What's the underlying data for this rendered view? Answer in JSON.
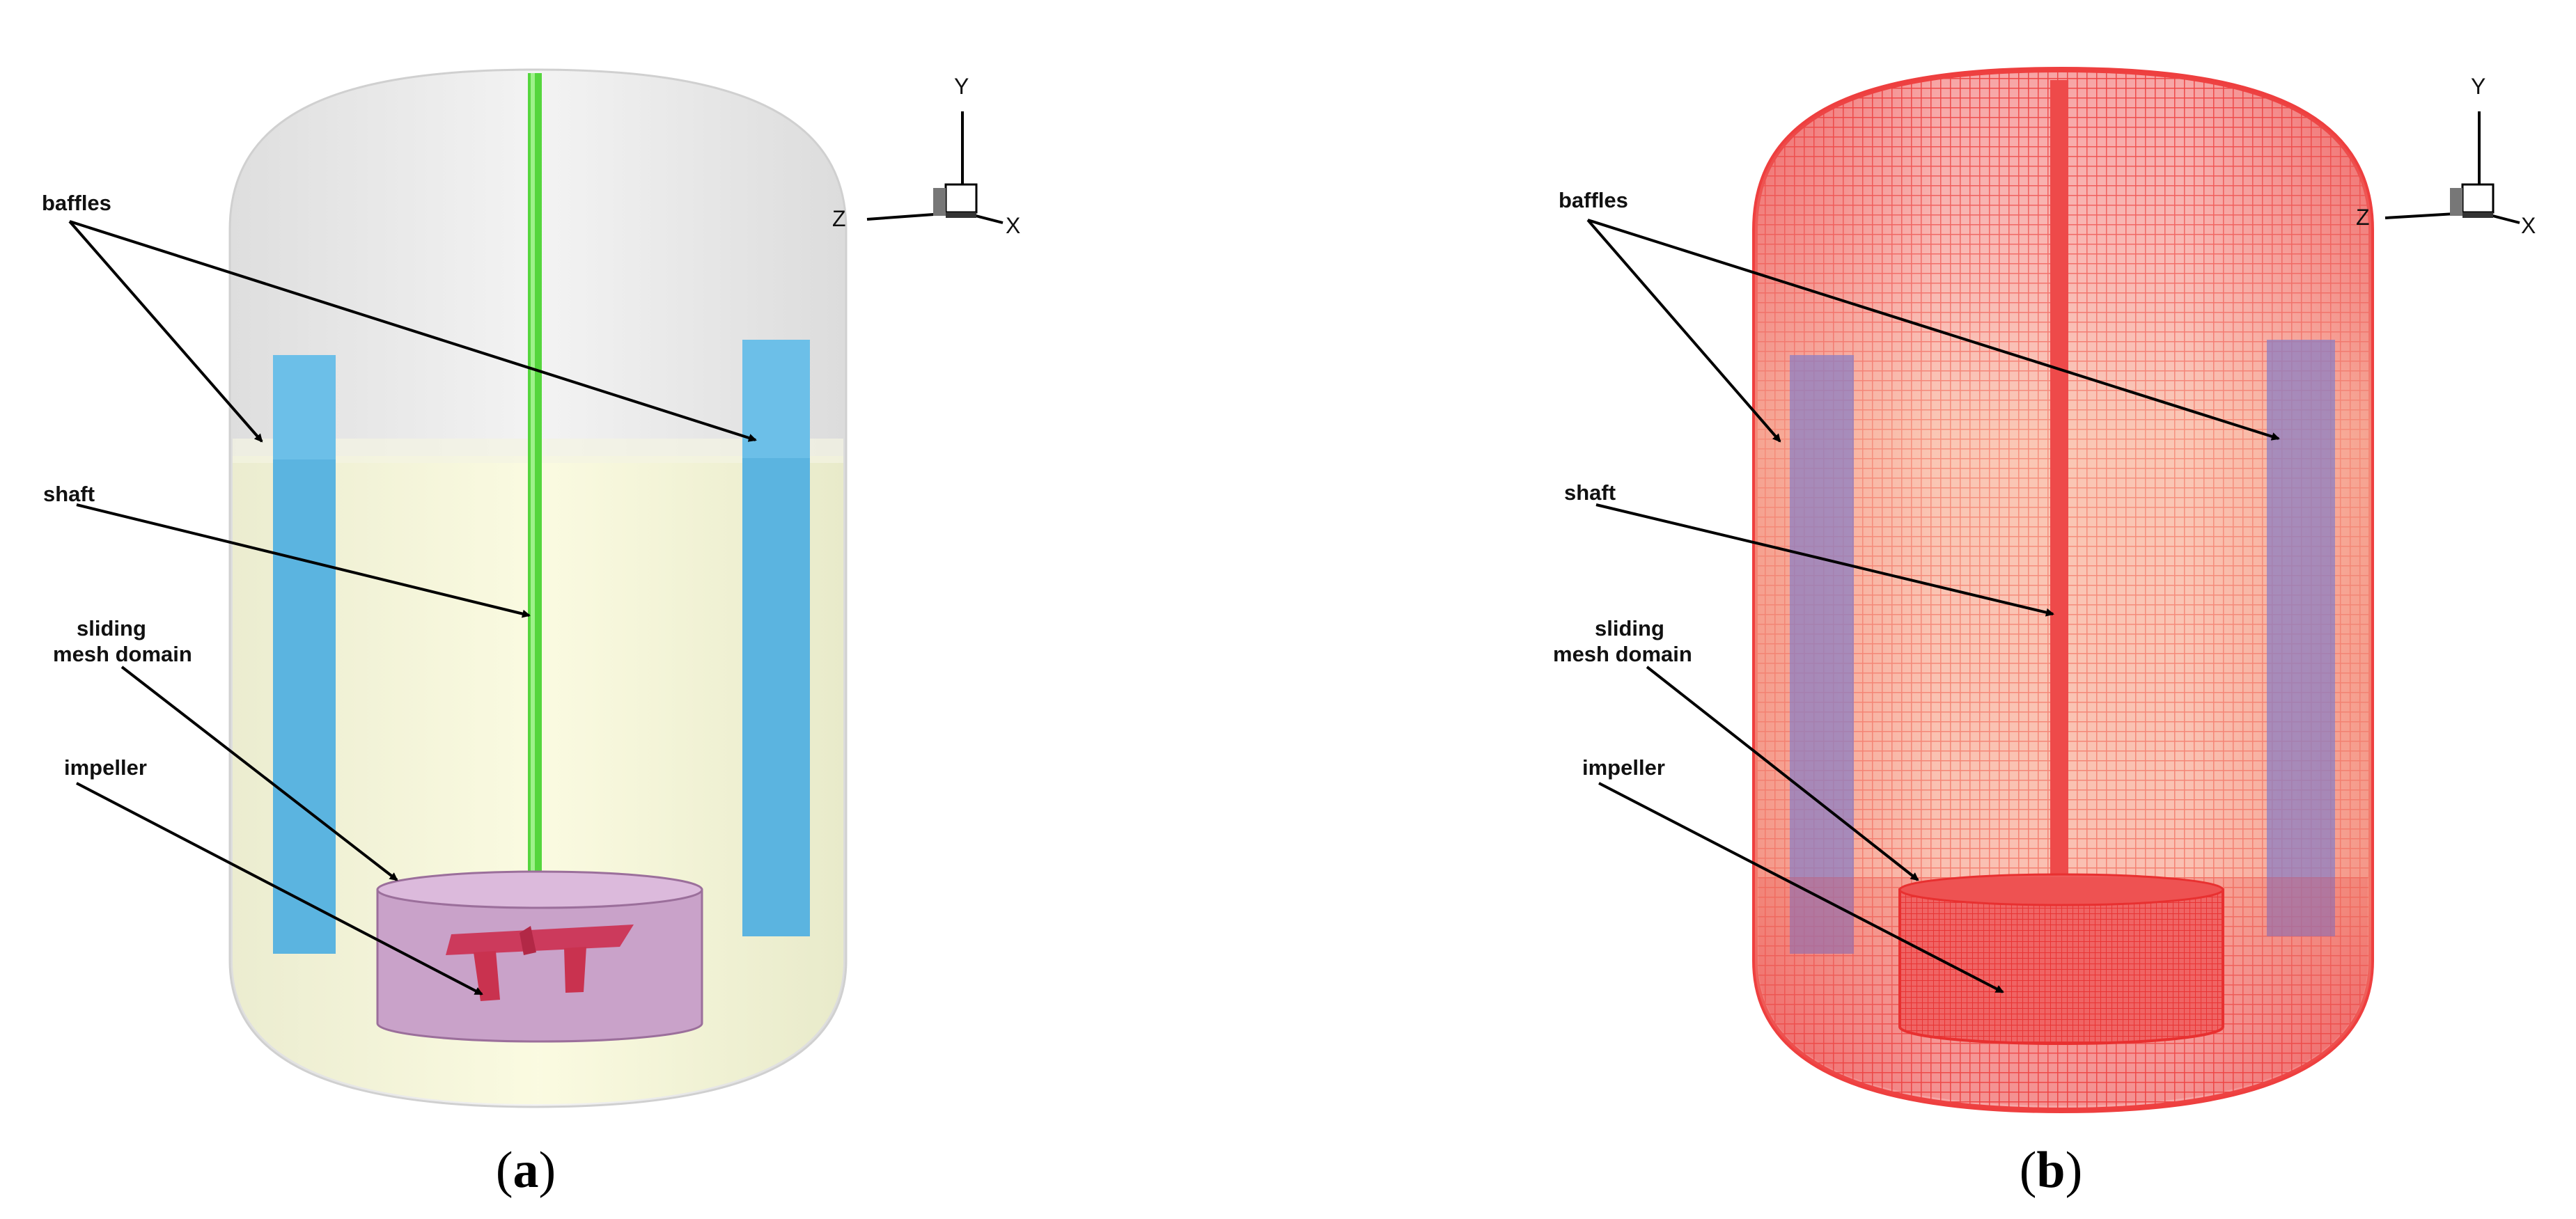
{
  "panels": [
    {
      "id": "a",
      "labels": {
        "baffles": "baffles",
        "shaft": "shaft",
        "sliding_line1": "sliding",
        "sliding_line2": "mesh domain",
        "impeller": "impeller"
      },
      "axes": {
        "y": "Y",
        "z": "Z",
        "x": "X"
      },
      "caption": {
        "open": "(",
        "letter": "a",
        "close": ")"
      }
    },
    {
      "id": "b",
      "labels": {
        "baffles": "baffles",
        "shaft": "shaft",
        "sliding_line1": "sliding",
        "sliding_line2": "mesh domain",
        "impeller": "impeller"
      },
      "axes": {
        "y": "Y",
        "z": "Z",
        "x": "X"
      },
      "caption": {
        "open": "(",
        "letter": "b",
        "close": ")"
      }
    }
  ],
  "colors": {
    "tank_shell": "#e9e9e9",
    "liquid": "#fafad9",
    "baffle": "#5bb4e0",
    "shaft": "#55d63d",
    "sliding_domain": "#c9a2c9",
    "impeller": "#cc3a5c",
    "mesh": "#f05050"
  }
}
